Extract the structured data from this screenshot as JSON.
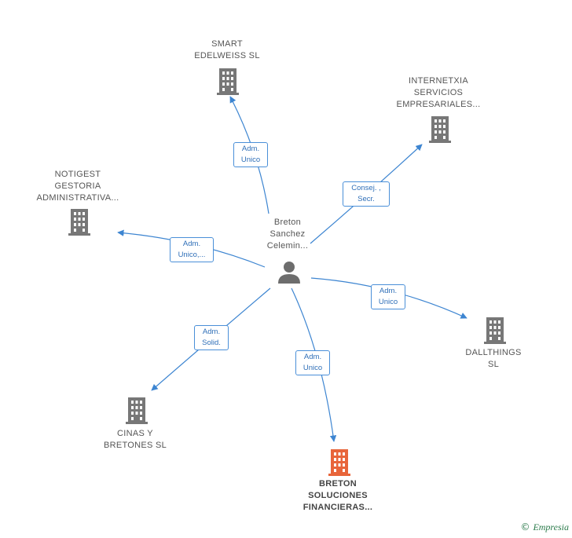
{
  "center": {
    "name": "Breton\nSanchez\nCelemin...",
    "icon": "person-icon"
  },
  "companies": [
    {
      "id": "smart",
      "name": "SMART\nEDELWEISS SL",
      "icon": "building-icon",
      "color": "#777777"
    },
    {
      "id": "internetxia",
      "name": "INTERNETXIA\nSERVICIOS\nEMPRESARIALES...",
      "icon": "building-icon",
      "color": "#777777"
    },
    {
      "id": "notigest",
      "name": "NOTIGEST\nGESTORIA\nADMINISTRATIVA...",
      "icon": "building-icon",
      "color": "#777777"
    },
    {
      "id": "dallthings",
      "name": "DALLTHINGS\nSL",
      "icon": "building-icon",
      "color": "#777777"
    },
    {
      "id": "cinas",
      "name": "CINAS Y\nBRETONES SL",
      "icon": "building-icon",
      "color": "#777777"
    },
    {
      "id": "breton",
      "name": "BRETON\nSOLUCIONES\nFINANCIERAS...",
      "icon": "building-icon",
      "color": "#e8653a"
    }
  ],
  "relations": [
    {
      "target": "smart",
      "label": "Adm.\nUnico"
    },
    {
      "target": "internetxia",
      "label": "Consej. ,\nSecr."
    },
    {
      "target": "notigest",
      "label": "Adm.\nUnico,..."
    },
    {
      "target": "dallthings",
      "label": "Adm.\nUnico"
    },
    {
      "target": "cinas",
      "label": "Adm.\nSolid."
    },
    {
      "target": "breton",
      "label": "Adm.\nUnico"
    }
  ],
  "colors": {
    "edge": "#3d85d1",
    "label_text": "#2f6fb8",
    "node_text": "#555555"
  },
  "footer": {
    "symbol": "©",
    "brand": "Empresia"
  }
}
